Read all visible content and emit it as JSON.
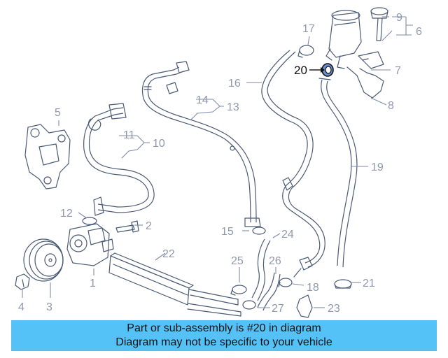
{
  "callouts": {
    "c1": "1",
    "c2": "2",
    "c3": "3",
    "c4": "4",
    "c5": "5",
    "c6": "6",
    "c7": "7",
    "c8": "8",
    "c9": "9",
    "c10": "10",
    "c11": "11",
    "c12": "12",
    "c13": "13",
    "c14": "14",
    "c15": "15",
    "c16": "16",
    "c17": "17",
    "c18": "18",
    "c19": "19",
    "c20": "20",
    "c21": "21",
    "c22": "22",
    "c23": "23",
    "c24": "24",
    "c25": "25",
    "c26": "26",
    "c27": "27"
  },
  "highlight": {
    "part_number": "20",
    "color": "#6a8fd6"
  },
  "banner": {
    "line1": "Part or sub-assembly is #20 in diagram",
    "line2": "Diagram may not be specific to your vehicle",
    "background": "#55c2f7"
  }
}
